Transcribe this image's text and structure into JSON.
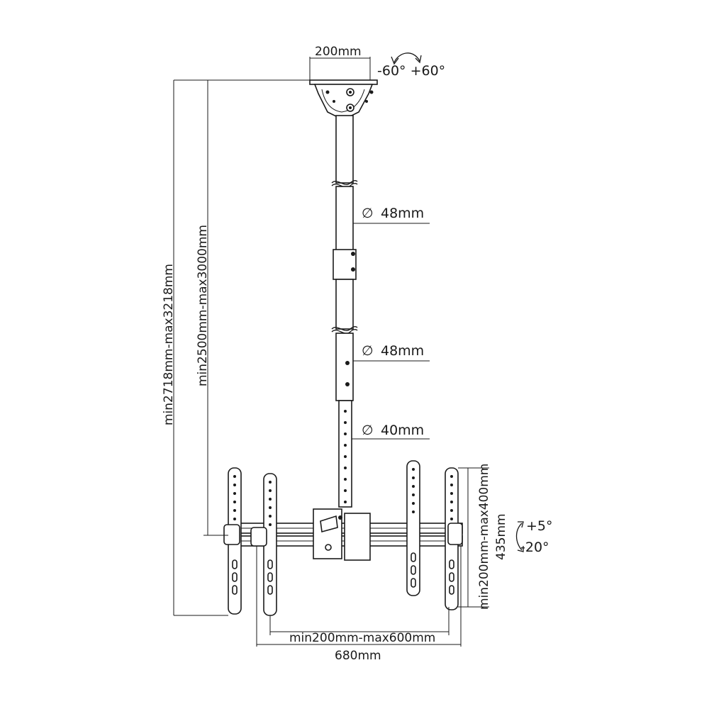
{
  "dimensions": {
    "plate_width": "200mm",
    "swivel": "-60° +60°",
    "overall_height": "min2718mm-max3218mm",
    "pole_height": "min2500mm-max3000mm",
    "tube_top": "48mm",
    "tube_mid": "48mm",
    "tube_bottom": "40mm",
    "bracket_height": "min200mm-max400mm",
    "arm_height": "435mm",
    "tilt_up": "+5°",
    "tilt_down": "-20°",
    "vesa_width": "min200mm-max600mm",
    "total_width": "680mm"
  },
  "symbols": {
    "diameter": "∅"
  }
}
